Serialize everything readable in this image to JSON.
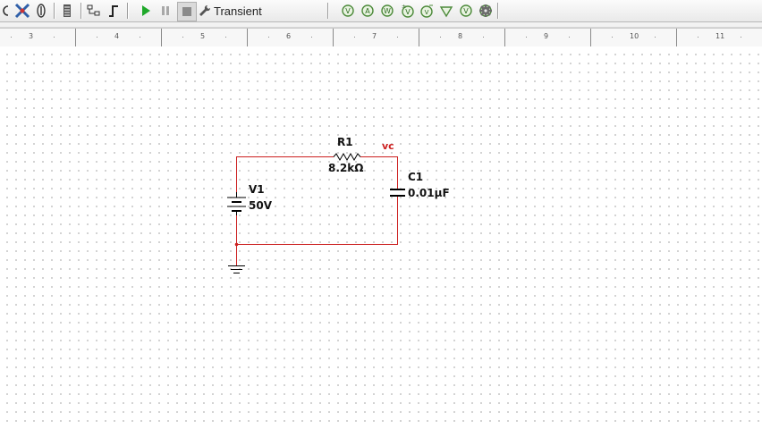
{
  "toolbar": {
    "analysis_label": "Transient",
    "icons": [
      "select-icon",
      "probe-icon",
      "bus-icon",
      "netlist-icon",
      "hierarchy-icon",
      "step-icon",
      "run-icon",
      "pause-icon",
      "stop-icon",
      "wrench-icon",
      "voltage-probe-icon",
      "current-probe-icon",
      "power-probe-icon",
      "diff-voltage-probe-icon",
      "vi-probe-icon",
      "ref-probe-icon",
      "digital-probe-icon",
      "freq-probe-icon",
      "settings-gear-icon"
    ]
  },
  "ruler": {
    "labels": [
      "3",
      "4",
      "5",
      "6",
      "7",
      "8",
      "9",
      "10",
      "11"
    ]
  },
  "schematic": {
    "resistor": {
      "ref": "R1",
      "value": "8.2kΩ"
    },
    "capacitor": {
      "ref": "C1",
      "value": "0.01µF"
    },
    "battery": {
      "ref": "V1",
      "value": "50V"
    },
    "net_label": "vc",
    "wire_color": "#cc2020",
    "component_color": "#000000"
  }
}
